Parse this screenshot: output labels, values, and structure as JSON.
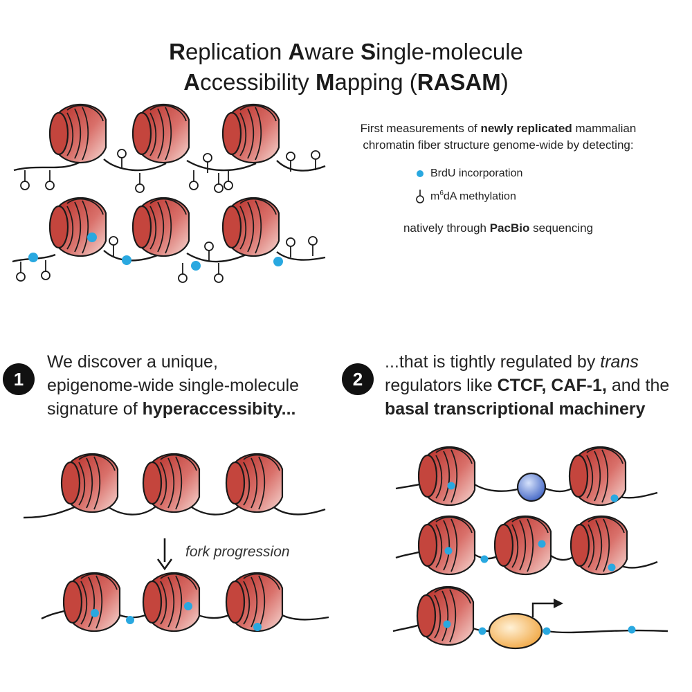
{
  "title": {
    "line1": [
      {
        "b": "R",
        "r": "eplication "
      },
      {
        "b": "A",
        "r": "ware "
      },
      {
        "b": "S",
        "r": "ingle-molecule"
      }
    ],
    "line2_pre_a": "A",
    "line2_a": "ccessibility ",
    "line2_pre_m": "M",
    "line2_m": "apping (",
    "line2_bold": "RASAM",
    "line2_end": ")"
  },
  "description": {
    "line1_pre": "First measurements of ",
    "line1_bold": "newly replicated",
    "line1_post": " mammalian",
    "line2": "chromatin fiber structure genome-wide by detecting:",
    "native_pre": "natively through ",
    "native_bold": "PacBio",
    "native_post": " sequencing"
  },
  "legend": {
    "brdu": "BrdU incorporation",
    "m6da_prefix": "m",
    "m6da_sup": "6",
    "m6da_suffix": "dA methylation"
  },
  "finding1": {
    "number": "1",
    "line1": "We discover a unique,",
    "line2": "epigenome-wide single-molecule",
    "line3_pre": "signature of ",
    "line3_bold": "hyperaccessibity..."
  },
  "finding2": {
    "number": "2",
    "line1_pre": "...that is tightly regulated by ",
    "line1_italic": "trans",
    "line2_pre": "regulators like ",
    "line2_bold": "CTCF, CAF-1,",
    "line2_post": " and the",
    "line3_bold": "basal transcriptional machinery"
  },
  "fork_label": "fork progression",
  "colors": {
    "nucleosome_dark": "#b8302a",
    "nucleosome_light": "#f6d8d3",
    "brdu": "#29a8e0",
    "ctcf": "#5b7fd1",
    "pol": "#f2a94a",
    "dna": "#1a1a1a"
  }
}
